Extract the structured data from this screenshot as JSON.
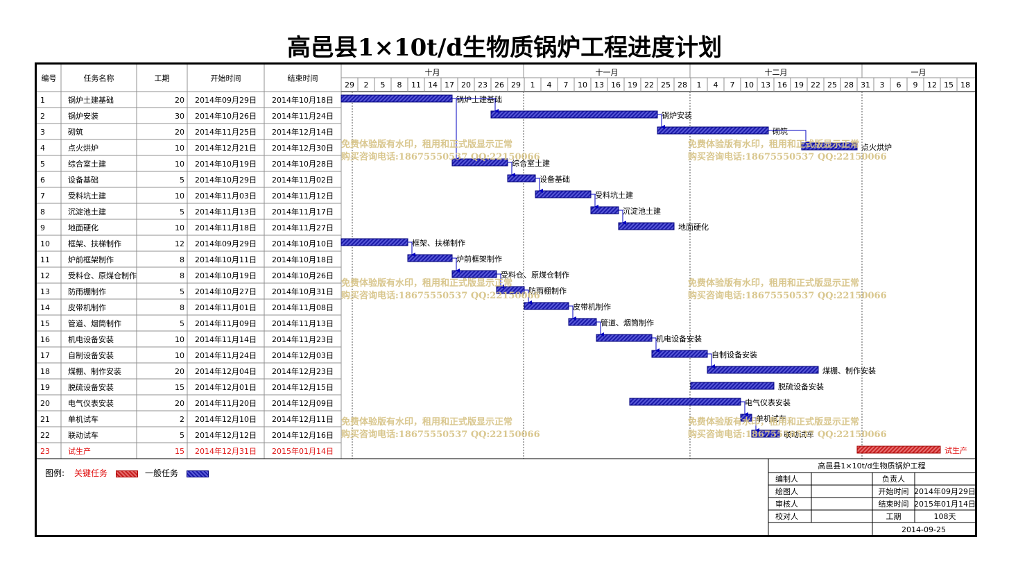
{
  "title": "高邑县1×10t/d生物质锅炉工程进度计划",
  "columns": [
    "编号",
    "任务名称",
    "工期",
    "开始时间",
    "结束时间"
  ],
  "months": [
    "十月",
    "十一月",
    "十二月",
    "一月"
  ],
  "day_ticks": [
    "29",
    "2",
    "5",
    "8",
    "11",
    "14",
    "17",
    "20",
    "23",
    "26",
    "29",
    "1",
    "4",
    "7",
    "10",
    "13",
    "16",
    "19",
    "22",
    "25",
    "28",
    "1",
    "4",
    "7",
    "10",
    "13",
    "16",
    "19",
    "22",
    "25",
    "28",
    "31",
    "3",
    "6",
    "9",
    "12",
    "15",
    "18"
  ],
  "colors": {
    "normal": "#1b1ba8",
    "critical": "#c72222",
    "critical_text": "#e01010"
  },
  "chart_data": {
    "type": "gantt",
    "title": "高邑县1×10t/d生物质锅炉工程进度计划",
    "x_range": [
      "2014-09-29",
      "2015-01-20"
    ],
    "tasks": [
      {
        "id": "1",
        "name": "锅炉土建基础",
        "duration": "20",
        "start": "2014年09月29日",
        "end": "2014年10月18日",
        "start_date": "2014-09-29",
        "end_date": "2014-10-18",
        "critical": false
      },
      {
        "id": "2",
        "name": "锅炉安装",
        "duration": "30",
        "start": "2014年10月26日",
        "end": "2014年11月24日",
        "start_date": "2014-10-26",
        "end_date": "2014-11-24",
        "critical": false,
        "pred": 1
      },
      {
        "id": "3",
        "name": "砌筑",
        "duration": "20",
        "start": "2014年11月25日",
        "end": "2014年12月14日",
        "start_date": "2014-11-25",
        "end_date": "2014-12-14",
        "critical": false,
        "pred": 2
      },
      {
        "id": "4",
        "name": "点火烘炉",
        "duration": "10",
        "start": "2014年12月21日",
        "end": "2014年12月30日",
        "start_date": "2014-12-21",
        "end_date": "2014-12-30",
        "critical": false,
        "pred": 3
      },
      {
        "id": "5",
        "name": "综合室土建",
        "duration": "10",
        "start": "2014年10月19日",
        "end": "2014年10月28日",
        "start_date": "2014-10-19",
        "end_date": "2014-10-28",
        "critical": false,
        "pred": 1
      },
      {
        "id": "6",
        "name": "设备基础",
        "duration": "5",
        "start": "2014年10月29日",
        "end": "2014年11月02日",
        "start_date": "2014-10-29",
        "end_date": "2014-11-02",
        "critical": false,
        "pred": 5
      },
      {
        "id": "7",
        "name": "受料坑土建",
        "duration": "10",
        "start": "2014年11月03日",
        "end": "2014年11月12日",
        "start_date": "2014-11-03",
        "end_date": "2014-11-12",
        "critical": false,
        "pred": 6
      },
      {
        "id": "8",
        "name": "沉淀池土建",
        "duration": "5",
        "start": "2014年11月13日",
        "end": "2014年11月17日",
        "start_date": "2014-11-13",
        "end_date": "2014-11-17",
        "critical": false,
        "pred": 7
      },
      {
        "id": "9",
        "name": "地面硬化",
        "duration": "10",
        "start": "2014年11月18日",
        "end": "2014年11月27日",
        "start_date": "2014-11-18",
        "end_date": "2014-11-27",
        "critical": false,
        "pred": 8
      },
      {
        "id": "10",
        "name": "框架、扶梯制作",
        "duration": "12",
        "start": "2014年09月29日",
        "end": "2014年10月10日",
        "start_date": "2014-09-29",
        "end_date": "2014-10-10",
        "critical": false
      },
      {
        "id": "11",
        "name": "炉前框架制作",
        "duration": "8",
        "start": "2014年10月11日",
        "end": "2014年10月18日",
        "start_date": "2014-10-11",
        "end_date": "2014-10-18",
        "critical": false,
        "pred": 10
      },
      {
        "id": "12",
        "name": "受料仓、原煤仓制作",
        "duration": "8",
        "start": "2014年10月19日",
        "end": "2014年10月26日",
        "start_date": "2014-10-19",
        "end_date": "2014-10-26",
        "critical": false,
        "pred": 11
      },
      {
        "id": "13",
        "name": "防雨棚制作",
        "duration": "5",
        "start": "2014年10月27日",
        "end": "2014年10月31日",
        "start_date": "2014-10-27",
        "end_date": "2014-10-31",
        "critical": false,
        "pred": 12
      },
      {
        "id": "14",
        "name": "皮带机制作",
        "duration": "8",
        "start": "2014年11月01日",
        "end": "2014年11月08日",
        "start_date": "2014-11-01",
        "end_date": "2014-11-08",
        "critical": false,
        "pred": 13
      },
      {
        "id": "15",
        "name": "管道、烟筒制作",
        "duration": "5",
        "start": "2014年11月09日",
        "end": "2014年11月13日",
        "start_date": "2014-11-09",
        "end_date": "2014-11-13",
        "critical": false,
        "pred": 14
      },
      {
        "id": "16",
        "name": "机电设备安装",
        "duration": "10",
        "start": "2014年11月14日",
        "end": "2014年11月23日",
        "start_date": "2014-11-14",
        "end_date": "2014-11-23",
        "critical": false,
        "pred": 15
      },
      {
        "id": "17",
        "name": "自制设备安装",
        "duration": "10",
        "start": "2014年11月24日",
        "end": "2014年12月03日",
        "start_date": "2014-11-24",
        "end_date": "2014-12-03",
        "critical": false,
        "pred": 16
      },
      {
        "id": "18",
        "name": "煤棚、制作安装",
        "duration": "20",
        "start": "2014年12月04日",
        "end": "2014年12月23日",
        "start_date": "2014-12-04",
        "end_date": "2014-12-23",
        "critical": false,
        "pred": 17
      },
      {
        "id": "19",
        "name": "脱硫设备安装",
        "duration": "15",
        "start": "2014年12月01日",
        "end": "2014年12月15日",
        "start_date": "2014-12-01",
        "end_date": "2014-12-15",
        "critical": false
      },
      {
        "id": "20",
        "name": "电气仪表安装",
        "duration": "20",
        "start": "2014年11月20日",
        "end": "2014年12月09日",
        "start_date": "2014-11-20",
        "end_date": "2014-12-09",
        "critical": false
      },
      {
        "id": "21",
        "name": "单机试车",
        "duration": "2",
        "start": "2014年12月10日",
        "end": "2014年12月11日",
        "start_date": "2014-12-10",
        "end_date": "2014-12-11",
        "critical": false,
        "pred": 20
      },
      {
        "id": "22",
        "name": "联动试车",
        "duration": "5",
        "start": "2014年12月12日",
        "end": "2014年12月16日",
        "start_date": "2014-12-12",
        "end_date": "2014-12-16",
        "critical": false,
        "pred": 21
      },
      {
        "id": "23",
        "name": "试生产",
        "duration": "15",
        "start": "2014年12月31日",
        "end": "2015年01月14日",
        "start_date": "2014-12-31",
        "end_date": "2015-01-14",
        "critical": true
      }
    ]
  },
  "legend": {
    "label": "图例:",
    "critical": "关键任务",
    "normal": "一般任务"
  },
  "info": {
    "project": "高邑县1×10t/d生物质锅炉工程",
    "editor_label": "编制人",
    "drawer_label": "绘图人",
    "reviewer_label": "审核人",
    "checker_label": "校对人",
    "leader_label": "负责人",
    "start_label": "开始时间",
    "start_value": "2014年09月29日",
    "end_label": "结束时间",
    "end_value": "2015年01月14日",
    "duration_label": "工期",
    "duration_value": "108天",
    "date": "2014-09-25"
  },
  "watermark": {
    "line1": "免费体验版有水印，租用和正式版显示正常",
    "line2": "购买咨询电话:18675550537 QQ:22150066"
  }
}
